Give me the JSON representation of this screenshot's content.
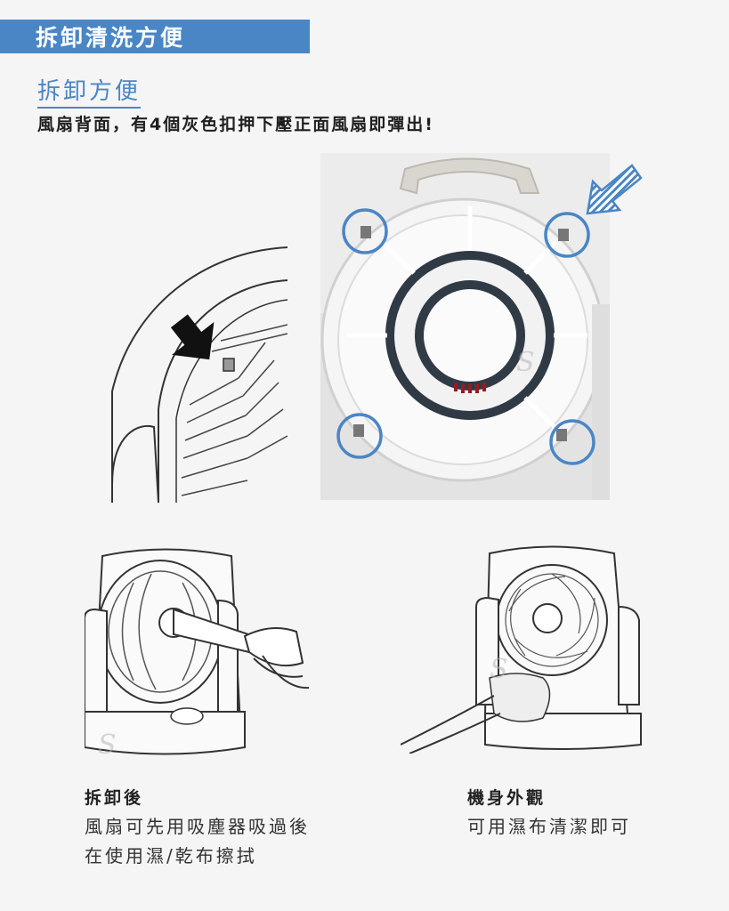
{
  "header": {
    "title": "拆卸清洗方便"
  },
  "section": {
    "subtitle": "拆卸方便",
    "description": "風扇背面，有4個灰色扣押下壓正面風扇即彈出!"
  },
  "captions": {
    "left": {
      "title": "拆卸後",
      "line1": "風扇可先用吸塵器吸過後",
      "line2": "在使用濕/乾布擦拭"
    },
    "right": {
      "title": "機身外觀",
      "line1": "可用濕布清潔即可"
    }
  },
  "colors": {
    "accent": "#4a86c5",
    "background": "#f6f5f6"
  }
}
